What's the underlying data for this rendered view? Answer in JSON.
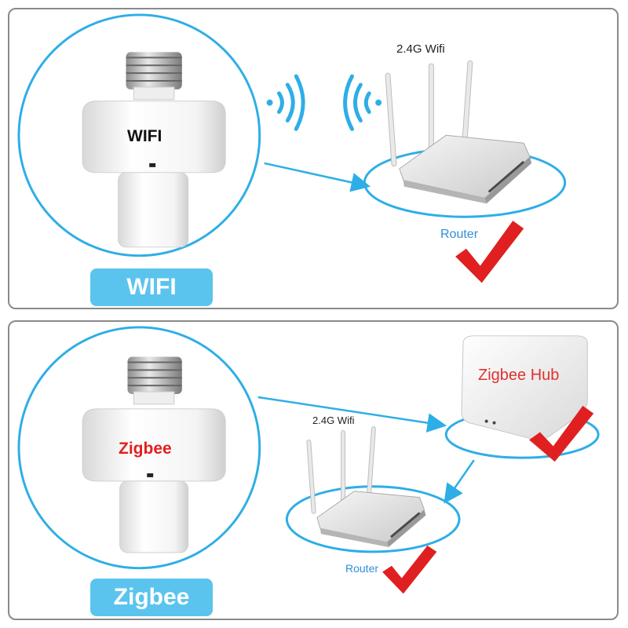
{
  "panels": {
    "wifi": {
      "socket_label": "WIFI",
      "mode_pill": "WIFI",
      "router_title": "2.4G Wifi",
      "router_caption": "Router"
    },
    "zigbee": {
      "socket_label": "Zigbee",
      "mode_pill": "Zigbee",
      "hub_label": "Zigbee Hub",
      "router_title": "2.4G Wifi",
      "router_caption": "Router"
    }
  },
  "colors": {
    "accent_blue": "#2eaee6",
    "pill_blue": "#5bc4ee",
    "check_red": "#e02020",
    "hub_text_red": "#e0322f",
    "panel_border": "#8a8a8a"
  },
  "icons": [
    "light-socket-icon",
    "wifi-signal-icon",
    "router-icon",
    "zigbee-hub-icon",
    "checkmark-icon",
    "arrow-icon"
  ]
}
